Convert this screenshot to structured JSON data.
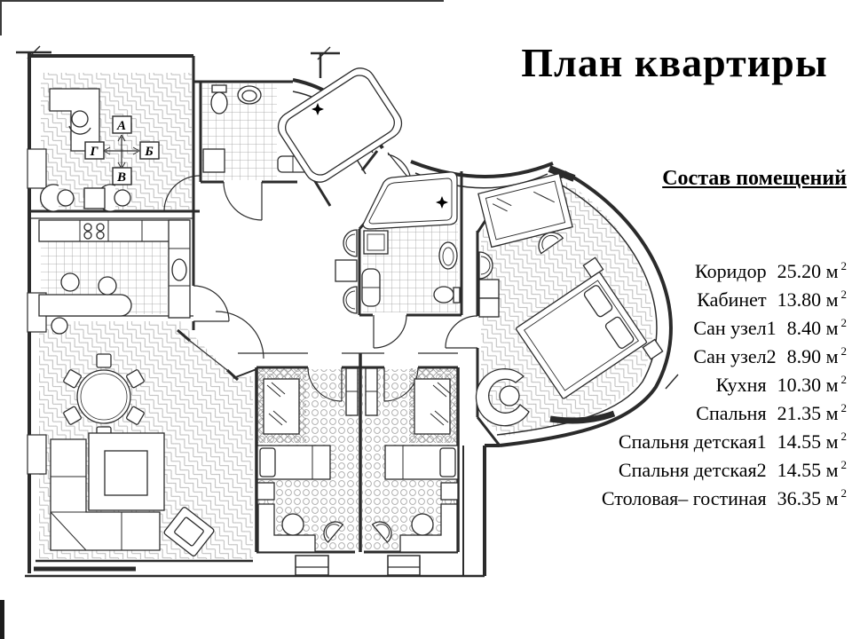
{
  "title": "План квартиры",
  "list": {
    "heading": "Состав помещений",
    "rooms": [
      {
        "name": "Коридор",
        "area": "25.20 м",
        "sup": "2"
      },
      {
        "name": "Кабинет",
        "area": "13.80 м",
        "sup": "2"
      },
      {
        "name": "Сан узел1",
        "area": "8.40 м",
        "sup": "2"
      },
      {
        "name": "Сан узел2",
        "area": "8.90 м",
        "sup": "2"
      },
      {
        "name": "Кухня",
        "area": "10.30 м",
        "sup": "2"
      },
      {
        "name": "Спальня",
        "area": "21.35 м",
        "sup": "2"
      },
      {
        "name": "Спальня детская1",
        "area": "14.55 м",
        "sup": "2"
      },
      {
        "name": "Спальня детская2",
        "area": "14.55 м",
        "sup": "2"
      },
      {
        "name": "Столовая– гостиная",
        "area": "36.35 м",
        "sup": "2"
      }
    ]
  },
  "plan": {
    "compass": {
      "up": "А",
      "right": "Б",
      "down": "В",
      "left": "Г"
    },
    "line_color": "#2b2b2b",
    "pattern_color": "#b4b4b4"
  }
}
